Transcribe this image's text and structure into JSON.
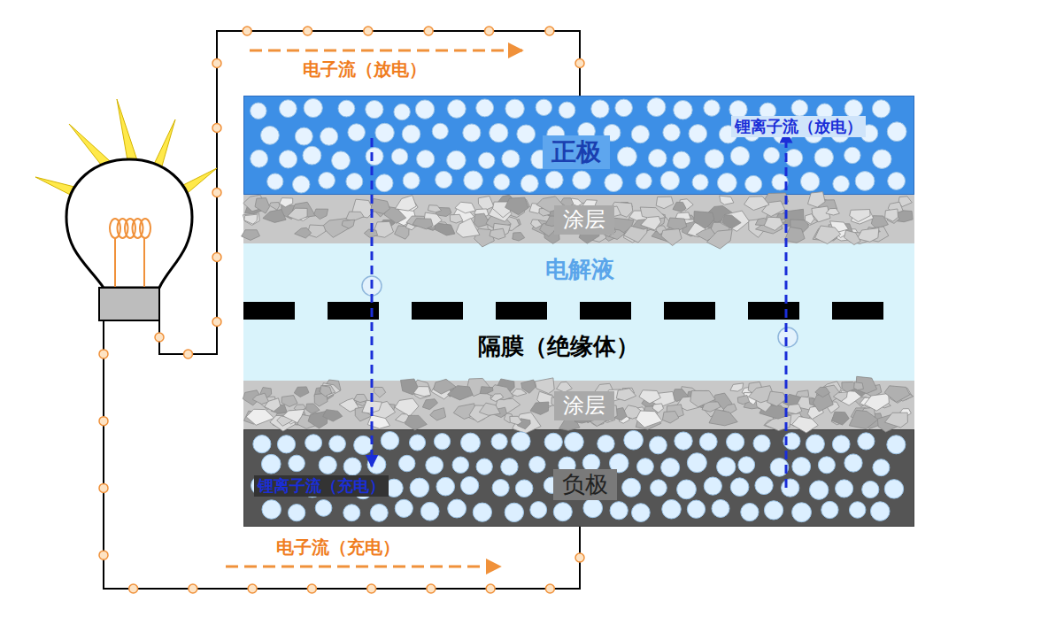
{
  "diagram": {
    "nodes": [
      {
        "text": [
          "正极"
        ]
      },
      {
        "text": [
          "涂层"
        ]
      },
      {
        "text": [
          "电解液"
        ]
      },
      {
        "text": [
          "涂层"
        ]
      },
      {
        "text": [
          "负极"
        ]
      }
    ],
    "edges": [
      {
        "from": 0,
        "to": 4,
        "arrow": "to",
        "label": "锂离子流（充电）"
      },
      {
        "from": 4,
        "to": 0,
        "arrow": "to",
        "label": "锂离子流（放电）"
      }
    ],
    "labels": [
      "电子流（放电）",
      "隔膜（绝缘体）",
      "电子流（充电）"
    ]
  }
}
